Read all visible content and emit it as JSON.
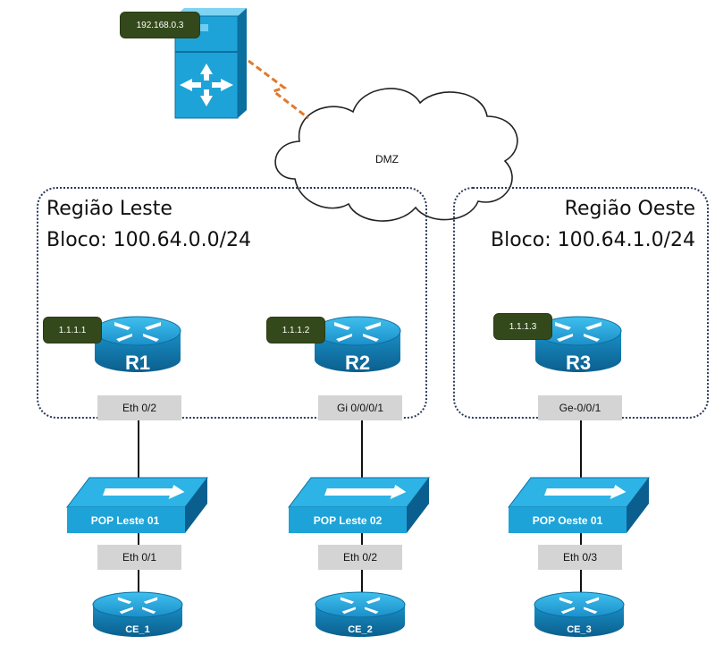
{
  "server": {
    "ip": "192.168.0.3"
  },
  "cloud": {
    "label": "DMZ"
  },
  "regions": [
    {
      "name": "Região Leste",
      "block": "Bloco: 100.64.0.0/24"
    },
    {
      "name": "Região Oeste",
      "block": "Bloco: 100.64.1.0/24"
    }
  ],
  "routers": [
    {
      "label": "R1",
      "ip": "1.1.1.1",
      "interface": "Eth 0/2"
    },
    {
      "label": "R2",
      "ip": "1.1.1.2",
      "interface": "Gi 0/0/0/1"
    },
    {
      "label": "R3",
      "ip": "1.1.1.3",
      "interface": "Ge-0/0/1"
    }
  ],
  "switches": [
    {
      "label": "POP Leste 01",
      "interface": "Eth 0/1"
    },
    {
      "label": "POP Leste 02",
      "interface": "Eth 0/2"
    },
    {
      "label": "POP Oeste 01",
      "interface": "Eth 0/3"
    }
  ],
  "ce_routers": [
    {
      "label": "CE_1"
    },
    {
      "label": "CE_2"
    },
    {
      "label": "CE_3"
    }
  ],
  "colors": {
    "device_blue": "#1ea3d8",
    "device_dark": "#0b6fa0",
    "ip_tag": "#34491b",
    "iface_gray": "#d4d4d4",
    "link_dashed": "#e07a2e"
  }
}
